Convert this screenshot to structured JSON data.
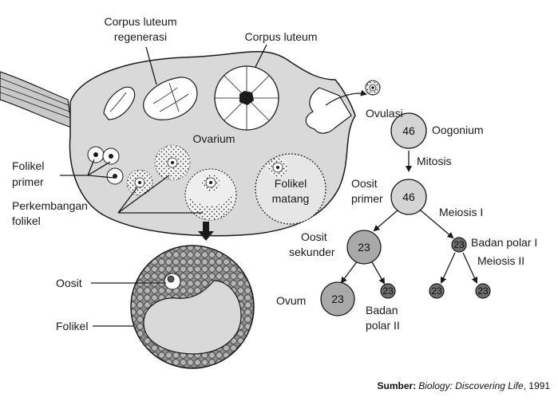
{
  "labels": {
    "corpus_luteum_regen_1": "Corpus luteum",
    "corpus_luteum_regen_2": "regenerasi",
    "corpus_luteum": "Corpus luteum",
    "ovarium": "Ovarium",
    "ovulasi": "Ovulasi",
    "folikel_primer_1": "Folikel",
    "folikel_primer_2": "primer",
    "perkembangan_1": "Perkembangan",
    "perkembangan_2": "folikel",
    "folikel_matang_1": "Folikel",
    "folikel_matang_2": "matang",
    "oosit": "Oosit",
    "folikel": "Folikel",
    "oogonium": "Oogonium",
    "mitosis": "Mitosis",
    "oosit_primer_1": "Oosit",
    "oosit_primer_2": "primer",
    "meiosis_1": "Meiosis I",
    "oosit_sekunder_1": "Oosit",
    "oosit_sekunder_2": "sekunder",
    "badan_polar_1": "Badan polar I",
    "meiosis_2": "Meiosis II",
    "ovum": "Ovum",
    "badan_polar_2_1": "Badan",
    "badan_polar_2_2": "polar II"
  },
  "chromosomes": {
    "oogonium": "46",
    "oosit_primer": "46",
    "oosit_sekunder": "23",
    "badan_polar_1": "23",
    "ovum": "23",
    "badan_polar_2": "23",
    "polar_child_a": "23",
    "polar_child_b": "23"
  },
  "source": {
    "prefix": "Sumber:",
    "title": "Biology: Discovering Life",
    "year": ", 1991"
  },
  "colors": {
    "ovary_fill": "#d9d9d9",
    "cell_light": "#d4d4d4",
    "cell_mid": "#a9a9a9",
    "cell_dark": "#6e6e6e",
    "outline": "#1a1a1a"
  }
}
